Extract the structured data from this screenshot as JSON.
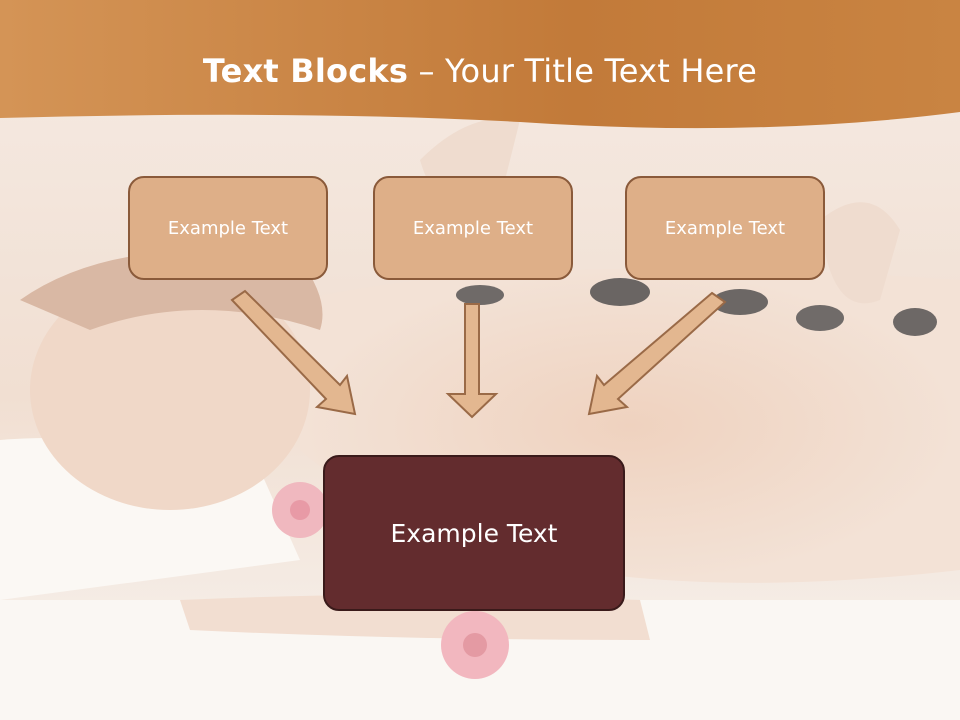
{
  "title": {
    "bold": "Text Blocks",
    "rest": " – Your Title Text Here"
  },
  "blocks": {
    "left": "Example Text",
    "middle": "Example Text",
    "right": "Example Text",
    "main": "Example Text"
  },
  "colors": {
    "band": "#c9813b",
    "small_box_fill": "#deaf88",
    "small_box_border": "#8a5a3a",
    "main_box_fill": "#632c2e",
    "arrow_fill": "#e2b58e"
  }
}
